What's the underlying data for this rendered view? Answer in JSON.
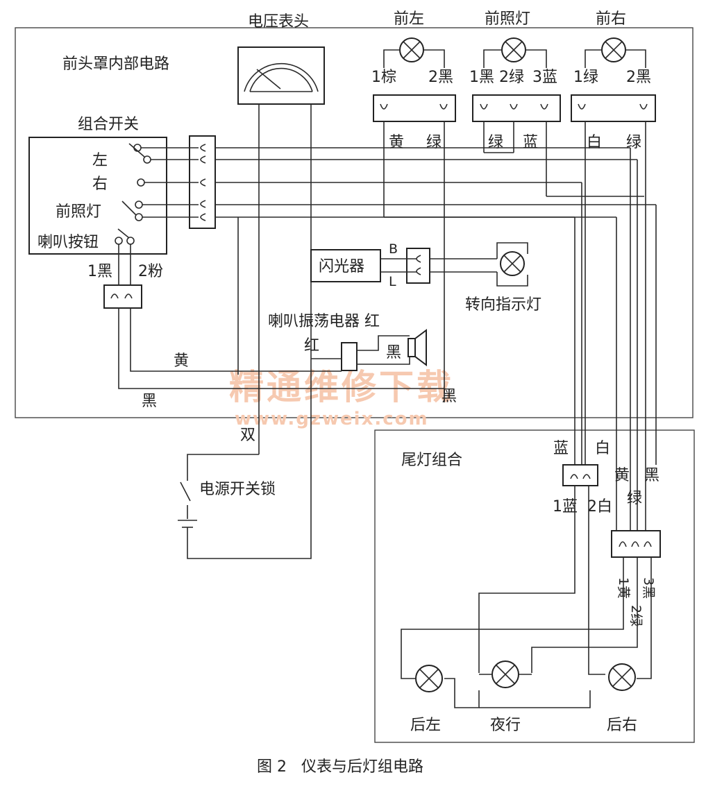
{
  "labels": {
    "meter": "电压表头",
    "front_left": "前左",
    "headlight": "前照灯",
    "front_right": "前右",
    "front_cover": "前头罩内部电路",
    "combo_switch": "组合开关",
    "sw_left": "左",
    "sw_right": "右",
    "sw_headlight": "前照灯",
    "sw_horn": "喇叭按钮",
    "fl_pin1": "1棕",
    "fl_pin2": "2黑",
    "hl_pin1": "1黑",
    "hl_pin2": "2绿",
    "hl_pin3": "3蓝",
    "fr_pin1": "1绿",
    "fr_pin2": "2黑",
    "fl_w1": "黄",
    "fl_w2": "绿",
    "hl_w1": "绿",
    "hl_w2": "蓝",
    "fr_w1": "白",
    "fr_w2": "绿",
    "flasher": "闪光器",
    "flasher_b": "B",
    "flasher_l": "L",
    "turn_indicator": "转向指示灯",
    "horn_osc": "喇叭振荡电器 红",
    "horn_red": "红",
    "horn_black": "黑",
    "horn_conn_1": "1黑",
    "horn_conn_2": "2粉",
    "wire_yellow": "黄",
    "wire_black": "黑",
    "wire_black_right": "黑",
    "shuang": "双",
    "power_lock": "电源开关锁",
    "tail_group": "尾灯组合",
    "tail_blue": "蓝",
    "tail_white": "白",
    "tail_yellow": "黄",
    "tail_black": "黑",
    "tail_green": "绿",
    "tail_pin1": "1蓝",
    "tail_pin2": "2白",
    "tail3_1": "1黄",
    "tail3_2": "2绿",
    "tail3_3": "3黑",
    "rear_left": "后左",
    "night": "夜行",
    "rear_right": "后右",
    "caption": "图 2   仪表与后灯组电路",
    "watermark": "精通维修下载",
    "watermark_url": "www.gzweix.com"
  }
}
